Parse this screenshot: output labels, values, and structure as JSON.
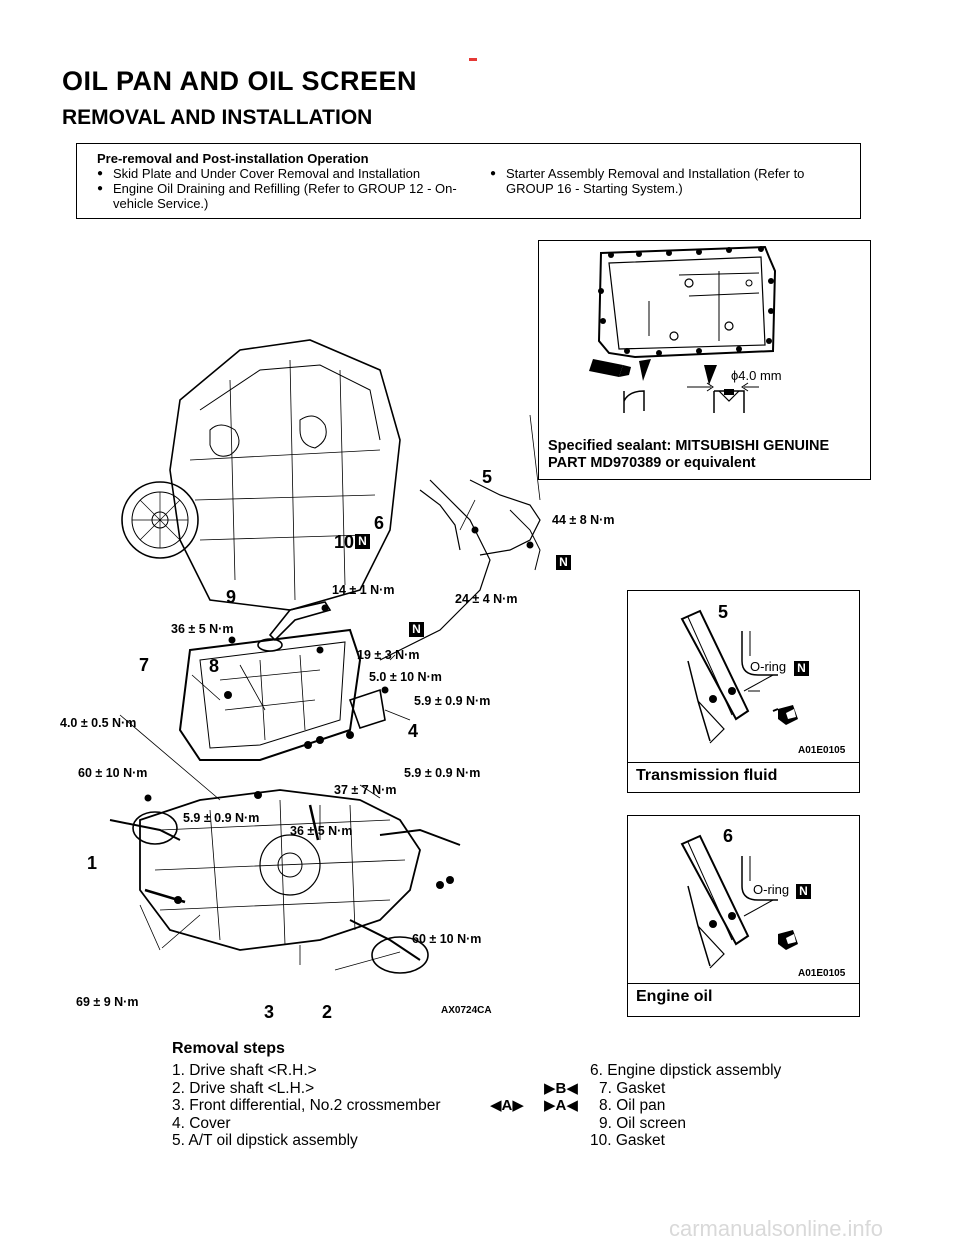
{
  "header": {
    "title": "OIL PAN AND OIL SCREEN",
    "subtitle": "REMOVAL AND INSTALLATION"
  },
  "pre_op": {
    "title": "Pre-removal and Post-installation Operation",
    "left_items": [
      "Skid Plate and Under Cover Removal and Installation",
      "Engine Oil Draining and Refilling (Refer to GROUP 12 - On-vehicle Service.)"
    ],
    "right_items": [
      "Starter Assembly Removal and Installation (Refer to GROUP 16 - Starting System.)"
    ]
  },
  "sealant_panel": {
    "dimension": "ϕ4.0 mm",
    "caption_line1": "Specified sealant: MITSUBISHI GENUINE",
    "caption_line2": "PART MD970389 or equivalent"
  },
  "tf_panel": {
    "part_no": "5",
    "oring": "O-ring",
    "code": "A01E0105",
    "caption": "Transmission fluid"
  },
  "eo_panel": {
    "part_no": "6",
    "oring": "O-ring",
    "code": "A01E0105",
    "caption": "Engine oil"
  },
  "main_diagram": {
    "code": "AX0724CA",
    "new_part_mark": "N",
    "part_numbers": [
      "1",
      "2",
      "3",
      "4",
      "5",
      "6",
      "7",
      "8",
      "9",
      "10"
    ],
    "torques": [
      "44 ± 8 N·m",
      "14 ± 1 N·m",
      "24 ± 4 N·m",
      "36 ± 5 N·m",
      "19 ± 3 N·m",
      "5.0 ± 10 N·m",
      "5.9 ± 0.9 N·m",
      "4.0 ± 0.5 N·m",
      "5.9 ± 0.9 N·m",
      "60 ± 10 N·m",
      "37 ± 7 N·m",
      "5.9 ± 0.9 N·m",
      "36 ± 5 N·m",
      "60 ± 10 N·m",
      "69 ± 9 N·m"
    ]
  },
  "removal": {
    "title": "Removal steps",
    "left_steps": [
      "1. Drive shaft <R.H.>",
      "2. Drive shaft <L.H.>",
      "3. Front differential, No.2 crossmember",
      "4. Cover",
      "5. A/T oil dipstick assembly"
    ],
    "mark_b": "B",
    "mark_a1": "A",
    "mark_a2": "A",
    "right_steps": [
      "6. Engine dipstick assembly",
      "7. Gasket",
      "8. Oil pan",
      "9. Oil screen",
      "10. Gasket"
    ]
  },
  "watermark": "carmanualsonline.info"
}
